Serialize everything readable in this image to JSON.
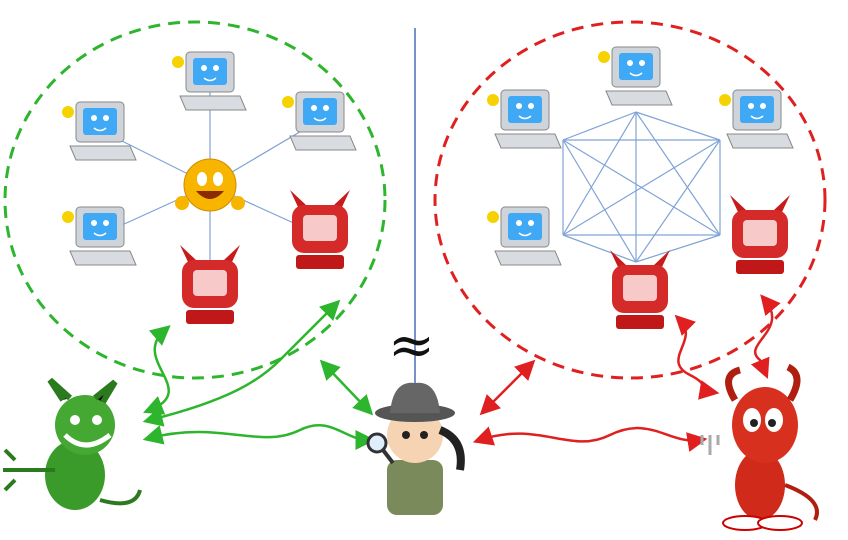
{
  "approx_symbol": "≈",
  "colors": {
    "honest": "#2db52d",
    "malicious": "#e02020",
    "divider": "#4a6fb5",
    "links": "#7fa3d6"
  },
  "left_network": {
    "topology": "star",
    "honest_nodes": 4,
    "corrupted_nodes": 2,
    "center": "trusted-party-smiley"
  },
  "right_network": {
    "topology": "complete-graph",
    "honest_nodes": 4,
    "corrupted_nodes": 2
  }
}
